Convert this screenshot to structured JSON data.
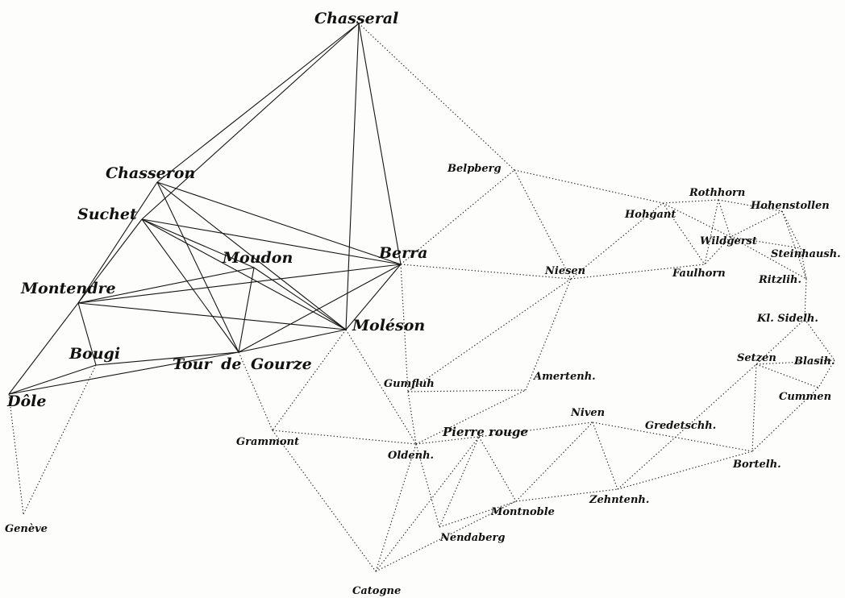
{
  "stations": [
    {
      "id": "chasseral",
      "label": "Chasseral"
    },
    {
      "id": "chasseron",
      "label": "Chasseron"
    },
    {
      "id": "suchet",
      "label": "Suchet"
    },
    {
      "id": "montendre",
      "label": "Montendre"
    },
    {
      "id": "dole",
      "label": "Dôle"
    },
    {
      "id": "bougi",
      "label": "Bougi"
    },
    {
      "id": "moudon",
      "label": "Moudon"
    },
    {
      "id": "berra",
      "label": "Berra"
    },
    {
      "id": "moleson",
      "label": "Moléson"
    },
    {
      "id": "tourdegourze",
      "label": "Tour de Gourze"
    },
    {
      "id": "geneve",
      "label": "Genève"
    },
    {
      "id": "grammont",
      "label": "Grammont"
    },
    {
      "id": "catogne",
      "label": "Catogne"
    },
    {
      "id": "oldenh",
      "label": "Oldenh."
    },
    {
      "id": "gumfluh",
      "label": "Gumfluh"
    },
    {
      "id": "nendaberg",
      "label": "Nendaberg"
    },
    {
      "id": "pierrerouge",
      "label": "Pierre rouge"
    },
    {
      "id": "belpberg",
      "label": "Belpberg"
    },
    {
      "id": "niesen",
      "label": "Niesen"
    },
    {
      "id": "amertenh",
      "label": "Amertenh."
    },
    {
      "id": "niven",
      "label": "Niven"
    },
    {
      "id": "montnoble",
      "label": "Montnoble"
    },
    {
      "id": "zehntenh",
      "label": "Zehntenh."
    },
    {
      "id": "gredetschh",
      "label": "Gredetschh."
    },
    {
      "id": "bortelh",
      "label": "Bortelh."
    },
    {
      "id": "hohgant",
      "label": "Hohgant"
    },
    {
      "id": "rothhorn",
      "label": "Rothhorn"
    },
    {
      "id": "hohenstollen",
      "label": "Hohenstollen"
    },
    {
      "id": "wildgerst",
      "label": "Wildgerst"
    },
    {
      "id": "faulhorn",
      "label": "Faulhorn"
    },
    {
      "id": "steinhaush",
      "label": "Steinhaush."
    },
    {
      "id": "ritzlih",
      "label": "Ritzlih."
    },
    {
      "id": "klsidelh",
      "label": "Kl. Sidelh."
    },
    {
      "id": "setzen",
      "label": "Setzen"
    },
    {
      "id": "blasih",
      "label": "Blasih."
    },
    {
      "id": "cummen",
      "label": "Cummen"
    }
  ],
  "connections": [
    {
      "from": "chasseral",
      "to": "chasseron",
      "style": "solid"
    },
    {
      "from": "chasseral",
      "to": "suchet",
      "style": "solid"
    },
    {
      "from": "chasseral",
      "to": "berra",
      "style": "solid"
    },
    {
      "from": "chasseral",
      "to": "moleson",
      "style": "solid"
    },
    {
      "from": "chasseral",
      "to": "belpberg",
      "style": "dotted"
    },
    {
      "from": "chasseron",
      "to": "montendre",
      "style": "solid"
    },
    {
      "from": "chasseron",
      "to": "tourdegourze",
      "style": "solid"
    },
    {
      "from": "chasseron",
      "to": "moleson",
      "style": "solid"
    },
    {
      "from": "chasseron",
      "to": "berra",
      "style": "solid"
    },
    {
      "from": "suchet",
      "to": "dole",
      "style": "solid"
    },
    {
      "from": "suchet",
      "to": "berra",
      "style": "solid"
    },
    {
      "from": "suchet",
      "to": "moleson",
      "style": "solid"
    },
    {
      "from": "suchet",
      "to": "tourdegourze",
      "style": "solid"
    },
    {
      "from": "suchet",
      "to": "moudon",
      "style": "solid"
    },
    {
      "from": "montendre",
      "to": "moudon",
      "style": "solid"
    },
    {
      "from": "montendre",
      "to": "moleson",
      "style": "solid"
    },
    {
      "from": "montendre",
      "to": "bougi",
      "style": "solid"
    },
    {
      "from": "montendre",
      "to": "berra",
      "style": "solid"
    },
    {
      "from": "dole",
      "to": "bougi",
      "style": "solid"
    },
    {
      "from": "dole",
      "to": "tourdegourze",
      "style": "solid"
    },
    {
      "from": "dole",
      "to": "geneve",
      "style": "dotted"
    },
    {
      "from": "bougi",
      "to": "tourdegourze",
      "style": "solid"
    },
    {
      "from": "bougi",
      "to": "geneve",
      "style": "dotted"
    },
    {
      "from": "moudon",
      "to": "tourdegourze",
      "style": "solid"
    },
    {
      "from": "moudon",
      "to": "moleson",
      "style": "solid"
    },
    {
      "from": "tourdegourze",
      "to": "berra",
      "style": "solid"
    },
    {
      "from": "tourdegourze",
      "to": "moleson",
      "style": "solid"
    },
    {
      "from": "moleson",
      "to": "berra",
      "style": "solid"
    },
    {
      "from": "tourdegourze",
      "to": "grammont",
      "style": "dotted"
    },
    {
      "from": "moleson",
      "to": "grammont",
      "style": "dotted"
    },
    {
      "from": "moleson",
      "to": "oldenh",
      "style": "dotted"
    },
    {
      "from": "berra",
      "to": "belpberg",
      "style": "dotted"
    },
    {
      "from": "berra",
      "to": "niesen",
      "style": "dotted"
    },
    {
      "from": "berra",
      "to": "gumfluh",
      "style": "dotted"
    },
    {
      "from": "grammont",
      "to": "oldenh",
      "style": "dotted"
    },
    {
      "from": "grammont",
      "to": "catogne",
      "style": "dotted"
    },
    {
      "from": "gumfluh",
      "to": "oldenh",
      "style": "dotted"
    },
    {
      "from": "gumfluh",
      "to": "niesen",
      "style": "dotted"
    },
    {
      "from": "gumfluh",
      "to": "amertenh",
      "style": "dotted"
    },
    {
      "from": "oldenh",
      "to": "amertenh",
      "style": "dotted"
    },
    {
      "from": "oldenh",
      "to": "catogne",
      "style": "dotted"
    },
    {
      "from": "oldenh",
      "to": "nendaberg",
      "style": "dotted"
    },
    {
      "from": "oldenh",
      "to": "pierrerouge",
      "style": "dotted"
    },
    {
      "from": "catogne",
      "to": "pierrerouge",
      "style": "dotted"
    },
    {
      "from": "catogne",
      "to": "montnoble",
      "style": "dotted"
    },
    {
      "from": "nendaberg",
      "to": "pierrerouge",
      "style": "dotted"
    },
    {
      "from": "nendaberg",
      "to": "montnoble",
      "style": "dotted"
    },
    {
      "from": "pierrerouge",
      "to": "montnoble",
      "style": "dotted"
    },
    {
      "from": "pierrerouge",
      "to": "niven",
      "style": "dotted"
    },
    {
      "from": "montnoble",
      "to": "niven",
      "style": "dotted"
    },
    {
      "from": "montnoble",
      "to": "zehntenh",
      "style": "dotted"
    },
    {
      "from": "niven",
      "to": "zehntenh",
      "style": "dotted"
    },
    {
      "from": "niven",
      "to": "bortelh",
      "style": "dotted"
    },
    {
      "from": "zehntenh",
      "to": "bortelh",
      "style": "dotted"
    },
    {
      "from": "zehntenh",
      "to": "setzen",
      "style": "dotted"
    },
    {
      "from": "belpberg",
      "to": "niesen",
      "style": "dotted"
    },
    {
      "from": "belpberg",
      "to": "hohgant",
      "style": "dotted"
    },
    {
      "from": "niesen",
      "to": "amertenh",
      "style": "dotted"
    },
    {
      "from": "niesen",
      "to": "hohgant",
      "style": "dotted"
    },
    {
      "from": "niesen",
      "to": "faulhorn",
      "style": "dotted"
    },
    {
      "from": "hohgant",
      "to": "rothhorn",
      "style": "dotted"
    },
    {
      "from": "hohgant",
      "to": "faulhorn",
      "style": "dotted"
    },
    {
      "from": "hohgant",
      "to": "wildgerst",
      "style": "dotted"
    },
    {
      "from": "rothhorn",
      "to": "hohenstollen",
      "style": "dotted"
    },
    {
      "from": "rothhorn",
      "to": "wildgerst",
      "style": "dotted"
    },
    {
      "from": "rothhorn",
      "to": "faulhorn",
      "style": "dotted"
    },
    {
      "from": "hohenstollen",
      "to": "wildgerst",
      "style": "dotted"
    },
    {
      "from": "hohenstollen",
      "to": "steinhaush",
      "style": "dotted"
    },
    {
      "from": "hohenstollen",
      "to": "ritzlih",
      "style": "dotted"
    },
    {
      "from": "wildgerst",
      "to": "faulhorn",
      "style": "dotted"
    },
    {
      "from": "wildgerst",
      "to": "steinhaush",
      "style": "dotted"
    },
    {
      "from": "wildgerst",
      "to": "ritzlih",
      "style": "dotted"
    },
    {
      "from": "steinhaush",
      "to": "ritzlih",
      "style": "dotted"
    },
    {
      "from": "ritzlih",
      "to": "klsidelh",
      "style": "dotted"
    },
    {
      "from": "klsidelh",
      "to": "setzen",
      "style": "dotted"
    },
    {
      "from": "klsidelh",
      "to": "blasih",
      "style": "dotted"
    },
    {
      "from": "setzen",
      "to": "blasih",
      "style": "dotted"
    },
    {
      "from": "setzen",
      "to": "cummen",
      "style": "dotted"
    },
    {
      "from": "setzen",
      "to": "bortelh",
      "style": "dotted"
    },
    {
      "from": "blasih",
      "to": "cummen",
      "style": "dotted"
    },
    {
      "from": "cummen",
      "to": "bortelh",
      "style": "dotted"
    }
  ]
}
